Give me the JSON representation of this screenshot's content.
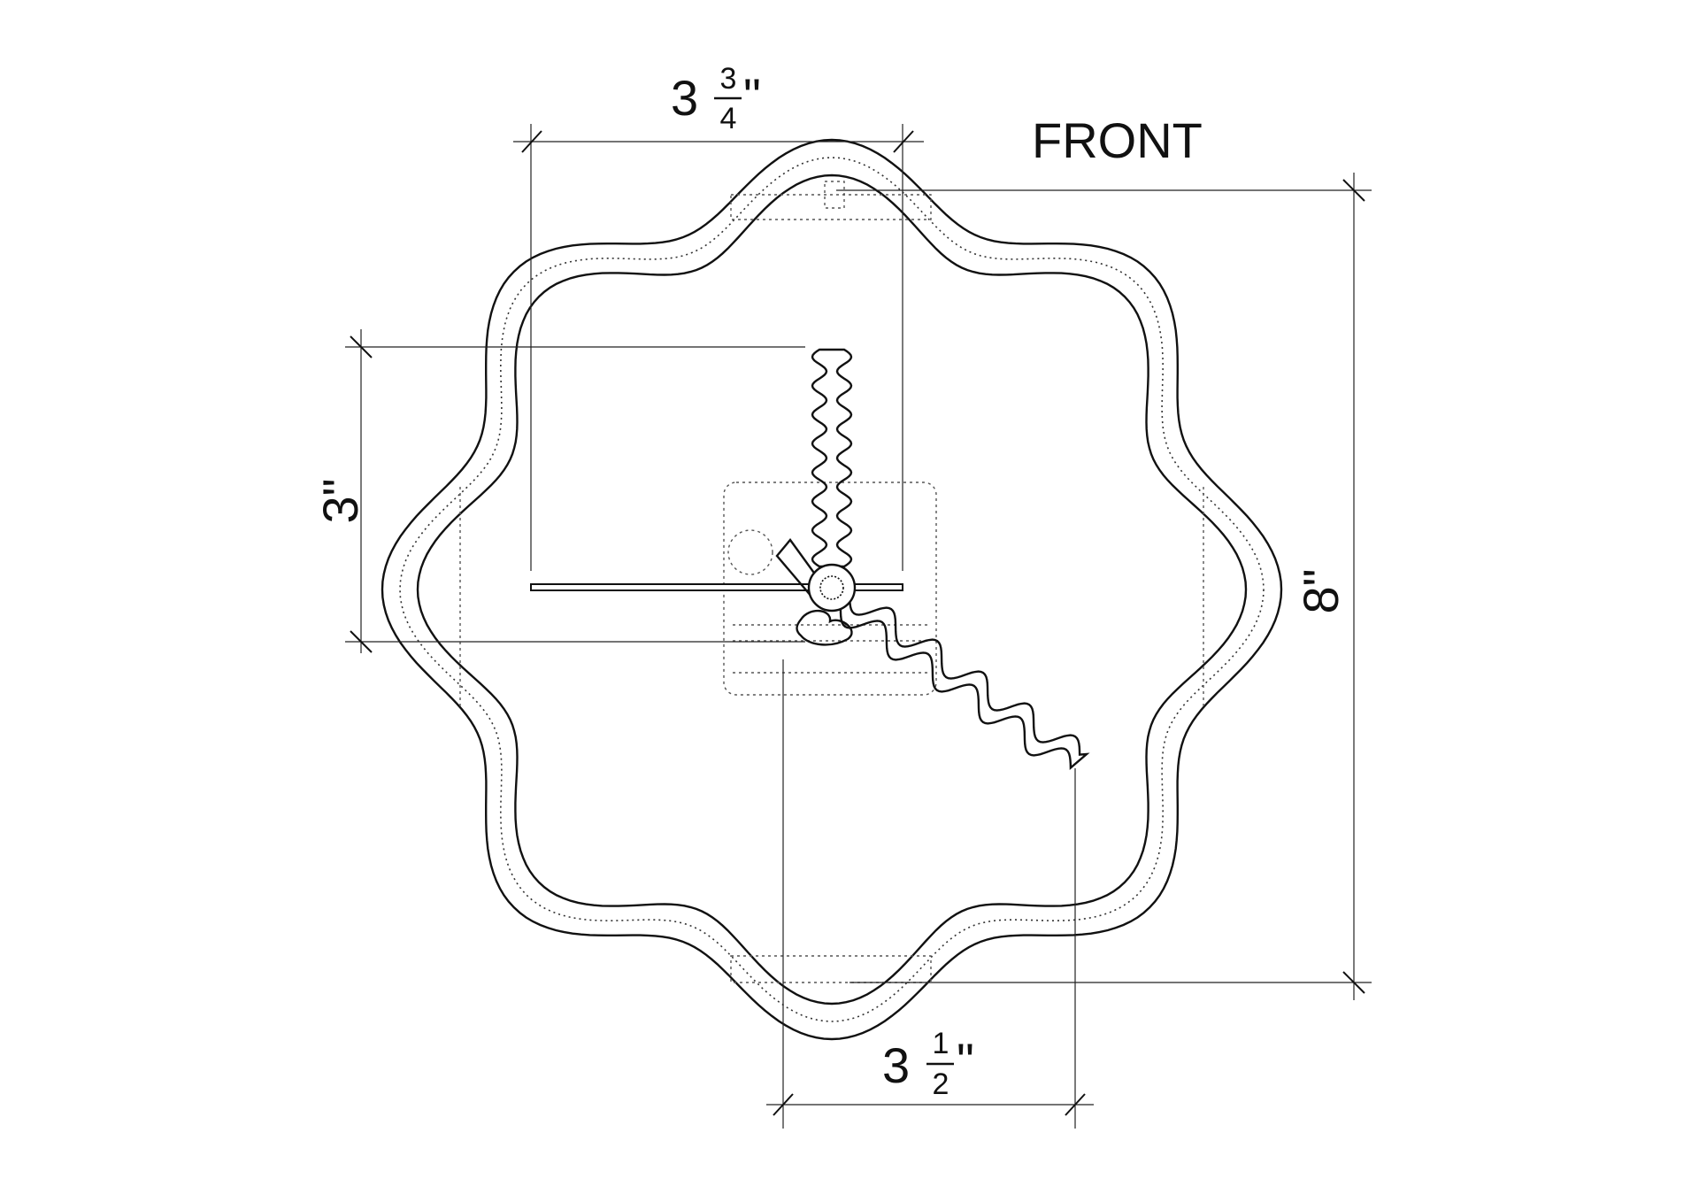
{
  "view_title": "FRONT",
  "dimensions": {
    "top_width": {
      "whole": "3",
      "num": "3",
      "den": "4",
      "unit": "\""
    },
    "bottom_width": {
      "whole": "3",
      "num": "1",
      "den": "2",
      "unit": "\""
    },
    "left_height": {
      "text": "3\""
    },
    "right_height": {
      "text": "8\""
    }
  }
}
